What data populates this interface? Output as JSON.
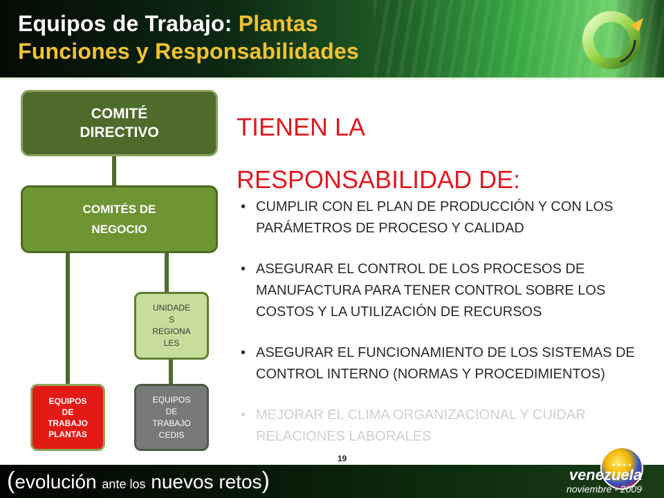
{
  "header": {
    "title_line1_prefix": "Equipos de Trabajo: ",
    "title_line1_highlight": "Plantas",
    "title_line2": "Funciones y Responsabilidades"
  },
  "org_chart": {
    "comite_directivo": [
      "COMITÉ",
      "DIRECTIVO"
    ],
    "comites_negocio": [
      "COMITÉS DE",
      "NEGOCIO"
    ],
    "unidades_regionales": [
      "UNIDADE",
      "S",
      "REGIONA",
      "LES"
    ],
    "equipos_plantas": [
      "EQUIPOS",
      "DE",
      "TRABAJO",
      "PLANTAS"
    ],
    "equipos_cedis": [
      "EQUIPOS",
      "DE",
      "TRABAJO",
      "CEDIS"
    ]
  },
  "content": {
    "heading_line1": "TIENEN LA",
    "heading_line2": "RESPONSABILIDAD DE:",
    "bullets": [
      "CUMPLIR CON EL PLAN DE PRODUCCIÓN Y CON LOS PARÁMETROS DE PROCESO Y CALIDAD",
      "ASEGURAR EL CONTROL DE LOS PROCESOS DE MANUFACTURA PARA TENER CONTROL SOBRE LOS COSTOS Y LA UTILIZACIÓN DE RECURSOS",
      "ASEGURAR EL FUNCIONAMIENTO DE LOS SISTEMAS DE CONTROL INTERNO (NORMAS Y PROCEDIMIENTOS)",
      "MEJORAR EL CLIMA ORGANIZACIONAL Y CUIDAR RELACIONES LABORALES"
    ]
  },
  "page_number": "19",
  "footer": {
    "slogan_word1": "evolución",
    "slogan_word2": "ante los",
    "slogan_word3": "nuevos retos",
    "brand_name": "venezuela",
    "brand_date": "noviembre - 2009"
  },
  "colors": {
    "title_white": "#ffffff",
    "title_gold": "#f2c230",
    "heading_red": "#e0181f",
    "box_dark_green": "#4f6b2c",
    "box_mid_green": "#6f9434",
    "box_light_green": "#c7dd9b",
    "box_red": "#e21a16",
    "box_gray": "#777a78"
  },
  "icons": [
    "ring-logo-icon",
    "globe-flag-icon"
  ]
}
